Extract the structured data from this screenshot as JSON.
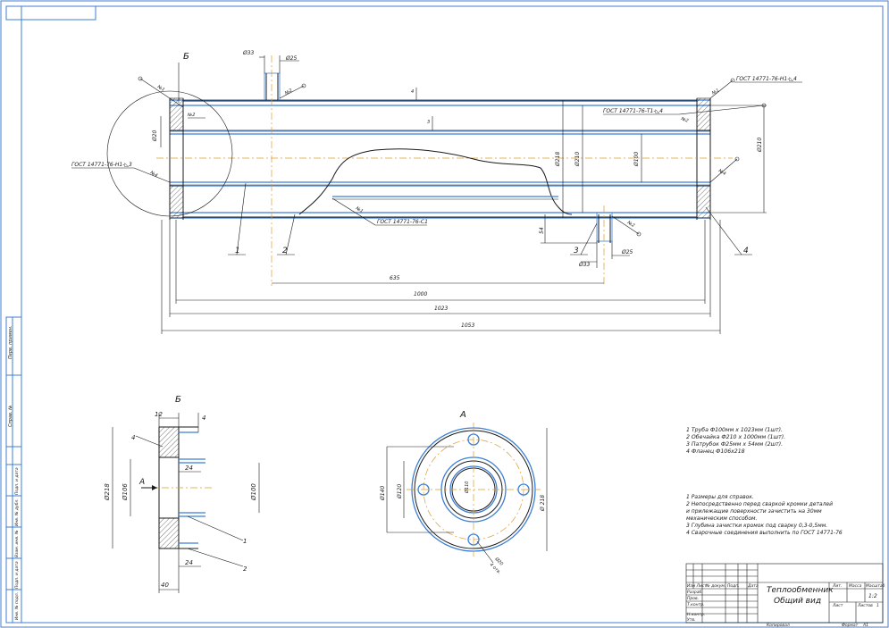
{
  "section_b": "Б",
  "view_a": "А",
  "arrow_a": "А",
  "dims_main": {
    "d33_top": "Ø33",
    "d25_top": "Ø25",
    "d33_bot": "Ø33",
    "d25_bot": "Ø25",
    "d20": "Ø20",
    "d218": "Ø218",
    "d210": "Ø210",
    "d100": "Ø100",
    "d210_right": "Ø210",
    "t4": "4",
    "t3": "3",
    "h54": "54",
    "l635": "635",
    "l1000": "1000",
    "l1023": "1023",
    "l1053": "1053"
  },
  "weld_labels": {
    "gost_h1_left": "ГОСТ 14771-76-Н1-◺3",
    "gost_h1_right": "ГОСТ 14771-76-Н1-◺4",
    "gost_t1": "ГОСТ 14771-76-Т1-◺4",
    "gost_c1": "ГОСТ 14771-76-С1",
    "n1_a": "№1",
    "n1_b": "№1",
    "n1_c": "№1",
    "n2_a": "№2",
    "n2_b": "№2",
    "n2_c": "№2",
    "n2_d": "№2",
    "n4_a": "№4",
    "n4_b": "№4"
  },
  "positions": {
    "p1": "1",
    "p2": "2",
    "p3": "3",
    "p4": "4",
    "b1": "1",
    "b2": "2",
    "b4": "4"
  },
  "detail_b_dims": {
    "d12": "12",
    "d4": "4",
    "d24_top": "24",
    "d24_bot": "24",
    "d40": "40",
    "d218": "Ø218",
    "d106": "Ø106",
    "d100": "Ø100"
  },
  "view_a_dims": {
    "d140": "Ø140",
    "d120": "Ø120",
    "d110": "Ø110",
    "d218": "Ø 218",
    "d20": "Ø20",
    "holes": "4 отв."
  },
  "parts_list": [
    "1 Труба Ф100мм х 1023мм (1шт).",
    "2 Обечайка Ф210 х 1000мм (1шт).",
    "3 Патрубок Ф25мм х 54мм (2шт).",
    "4 Фланец Ф106х218"
  ],
  "notes": [
    "1 Размеры для справок.",
    "2 Непосредственно перед сваркой кромки деталей",
    "   и прилежащие поверхности зачистить на 30мм",
    "   механическим способом.",
    "3 Глубина зачистки кромок под сварку 0,3-0,5мм.",
    "4 Сварочные соединения выполнить по ГОСТ 14771-76"
  ],
  "title_block": {
    "title_line1": "Теплообменник",
    "title_line2": "Общий вид",
    "col_izm": "Изм Лист",
    "col_ndoc": "№ докум.",
    "col_sign": "Подп.",
    "col_date": "Дата",
    "row_razrab": "Разраб.",
    "row_prov": "Пров.",
    "row_tkontr": "Т.контр.",
    "row_nkontr": "Н.контр.",
    "row_utv": "Утв.",
    "lit": "Лит.",
    "massa": "Масса",
    "masshtab": "Масштаб",
    "scale_val": "1:2",
    "list": "Лист",
    "listov": "Листов",
    "listov_val": "1",
    "kopiroval": "Копировал",
    "format": "Формат",
    "format_val": "А1"
  },
  "side_stamp": {
    "perv_primen": "Перв. примен.",
    "sprav": "Справ. №",
    "podp_data1": "Подп. и дата",
    "inv_dubl": "Инв. № дубл.",
    "vzam_inv": "Взам. инв. №",
    "podp_data2": "Подп. и дата",
    "inv_podl": "Инв. № подл."
  }
}
